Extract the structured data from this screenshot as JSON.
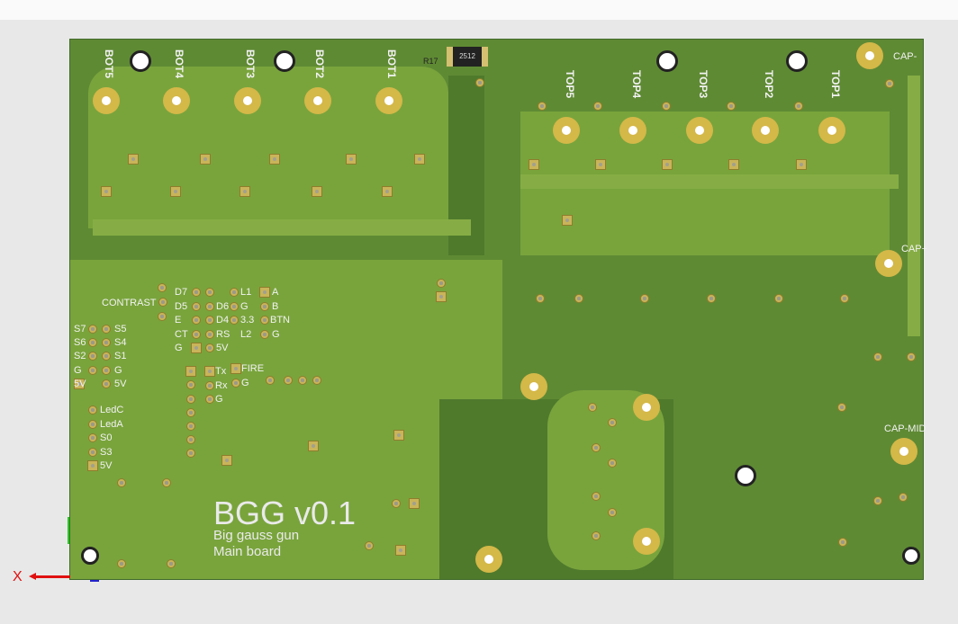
{
  "board": {
    "title": "BGG v0.1",
    "subtitle1": "Big gauss gun",
    "subtitle2": "Main board",
    "resistor_ref": "R17",
    "resistor_value": "2512",
    "bottom_connectors": [
      "BOT5",
      "BOT4",
      "BOT3",
      "BOT2",
      "BOT1"
    ],
    "top_connectors": [
      "TOP5",
      "TOP4",
      "TOP3",
      "TOP2",
      "TOP1"
    ],
    "cap_minus": "CAP-",
    "cap_plus": "CAP+",
    "cap_mid": "CAP-MID",
    "contrast": "CONTRAST",
    "lcd_labels": [
      "D7",
      "D5",
      "E",
      "CT",
      "G",
      "D6",
      "D4",
      "RS",
      "5V",
      "L1",
      "G",
      "3.3",
      "L2",
      "A",
      "B",
      "BTN",
      "G"
    ],
    "switch_labels": [
      "S7",
      "S6",
      "S2",
      "G",
      "5V",
      "S5",
      "S4",
      "S1",
      "G",
      "5V"
    ],
    "uart_labels": [
      "Tx",
      "Rx",
      "G"
    ],
    "fire_labels": [
      "FIRE",
      "G"
    ],
    "led_labels": [
      "LedC",
      "LedA",
      "S0",
      "S3",
      "5V"
    ]
  },
  "axes": {
    "x_label": "X"
  },
  "colors": {
    "board": "#5f8a34",
    "copper": "#79a43c",
    "pad": "#c9b45a",
    "background": "#e8e8e8"
  }
}
